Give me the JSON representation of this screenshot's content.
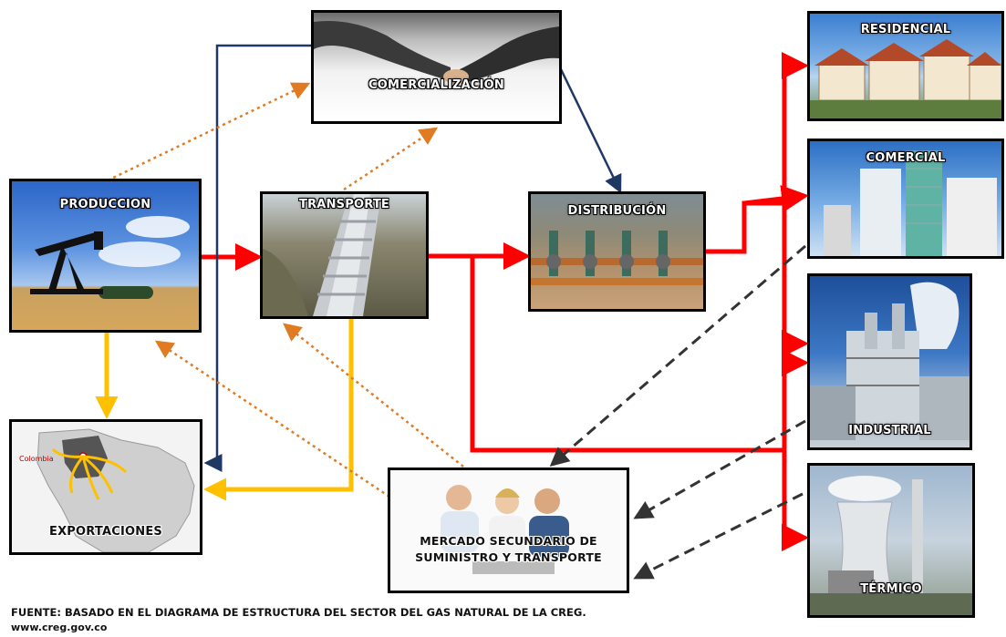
{
  "nodes": {
    "comercializacion": "COMERCIALIZACIÓN",
    "produccion": "PRODUCCION",
    "transporte": "TRANSPORTE",
    "distribucion": "DISTRIBUCIÓN",
    "exportaciones": "EXPORTACIONES",
    "exportaciones_map_label": "Colombia",
    "mercado_line1": "MERCADO SECUNDARIO DE",
    "mercado_line2": "SUMINISTRO Y TRANSPORTE",
    "residencial": "RESIDENCIAL",
    "comercial": "COMERCIAL",
    "industrial": "INDUSTRIAL",
    "termico": "TÉRMICO"
  },
  "footer": {
    "source": "FUENTE: BASADO EN EL DIAGRAMA DE ESTRUCTURA DEL SECTOR DEL GAS NATURAL DE LA CREG.",
    "url": "www.creg.gov.co"
  },
  "colors": {
    "physical_flow": "#ff0000",
    "export_flow": "#ffc000",
    "commercial_link": "#1f3864",
    "comercializacion_link": "#e07b22",
    "mercado_link": "#333333"
  }
}
